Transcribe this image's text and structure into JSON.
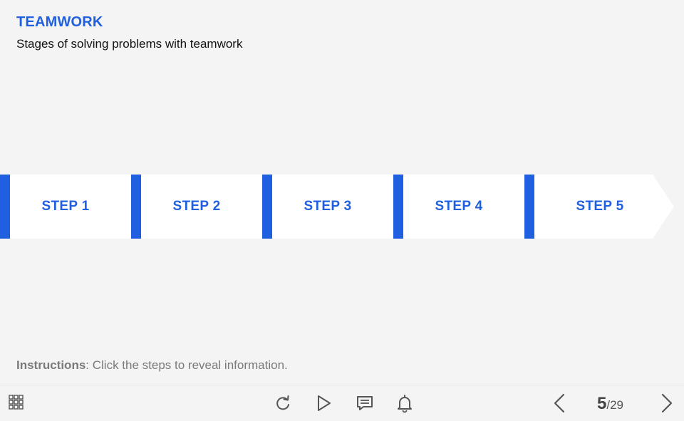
{
  "slide": {
    "title": "TEAMWORK",
    "subtitle": "Stages of solving problems with teamwork",
    "instructions_label": "Instructions",
    "instructions_text": ": Click the steps to reveal information."
  },
  "steps": [
    {
      "label": "STEP 1"
    },
    {
      "label": "STEP 2"
    },
    {
      "label": "STEP 3"
    },
    {
      "label": "STEP 4"
    },
    {
      "label": "STEP 5"
    }
  ],
  "toolbar": {
    "menu_icon": "grid-menu-icon",
    "replay_icon": "replay-icon",
    "play_icon": "play-icon",
    "notes_icon": "notes-icon",
    "notifications_icon": "bell-icon",
    "prev_icon": "chevron-left-icon",
    "next_icon": "chevron-right-icon"
  },
  "pager": {
    "current": "5",
    "total": "/29"
  },
  "colors": {
    "accent": "#1f5fe0",
    "background": "#f4f4f4",
    "step_bg": "#ffffff",
    "muted_text": "#7a7a7a"
  }
}
